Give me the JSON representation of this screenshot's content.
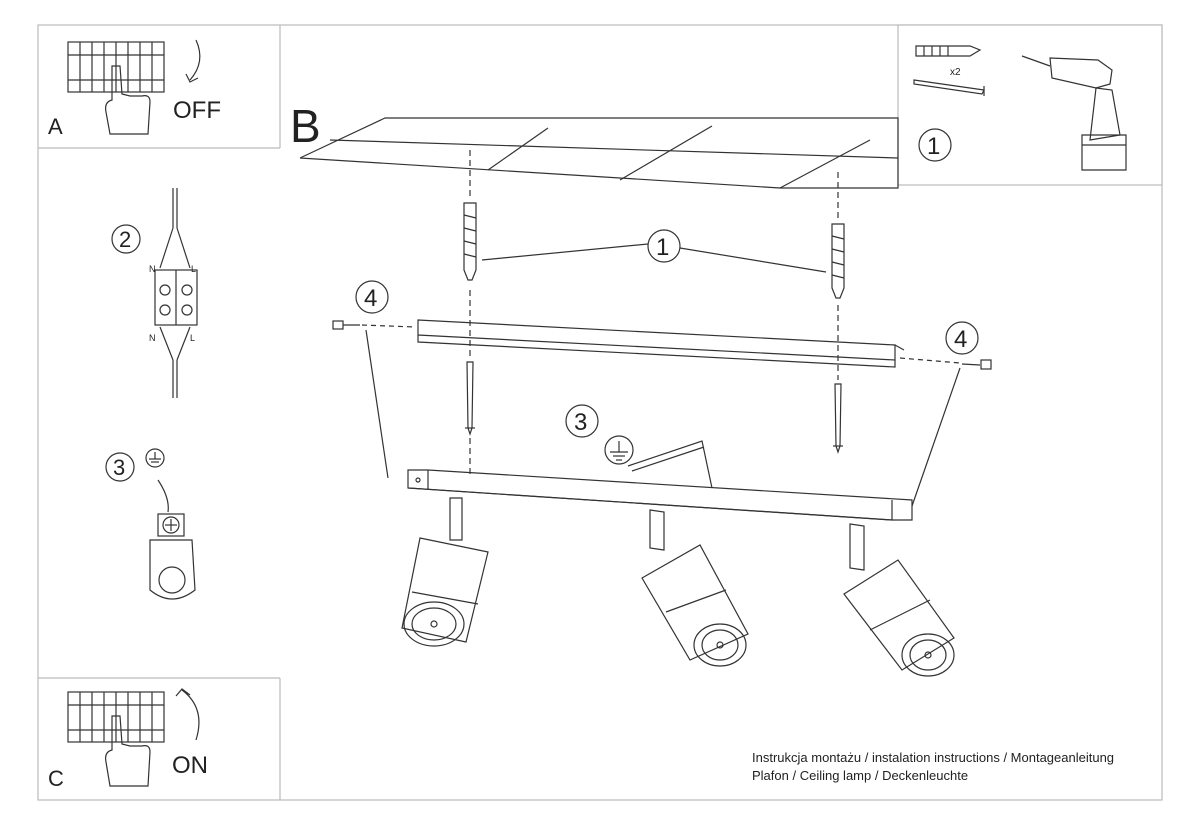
{
  "panel_a": {
    "letter": "A",
    "label": "OFF"
  },
  "panel_b": {
    "letter": "B"
  },
  "panel_c": {
    "letter": "C",
    "label": "ON"
  },
  "wiring": {
    "step": "2",
    "n_top": "N",
    "l_top": "L",
    "n_bottom": "N",
    "l_bottom": "L"
  },
  "ground": {
    "step": "3"
  },
  "tools": {
    "step": "1",
    "quantity": "x2"
  },
  "callouts": {
    "anchors": "1",
    "bracket_screw_left": "4",
    "bracket_screw_right": "4",
    "ground_wire": "3"
  },
  "caption": {
    "line1": "Instrukcja montażu / instalation instructions / Montageanleitung",
    "line2": "Plafon / Ceiling lamp / Deckenleuchte"
  }
}
